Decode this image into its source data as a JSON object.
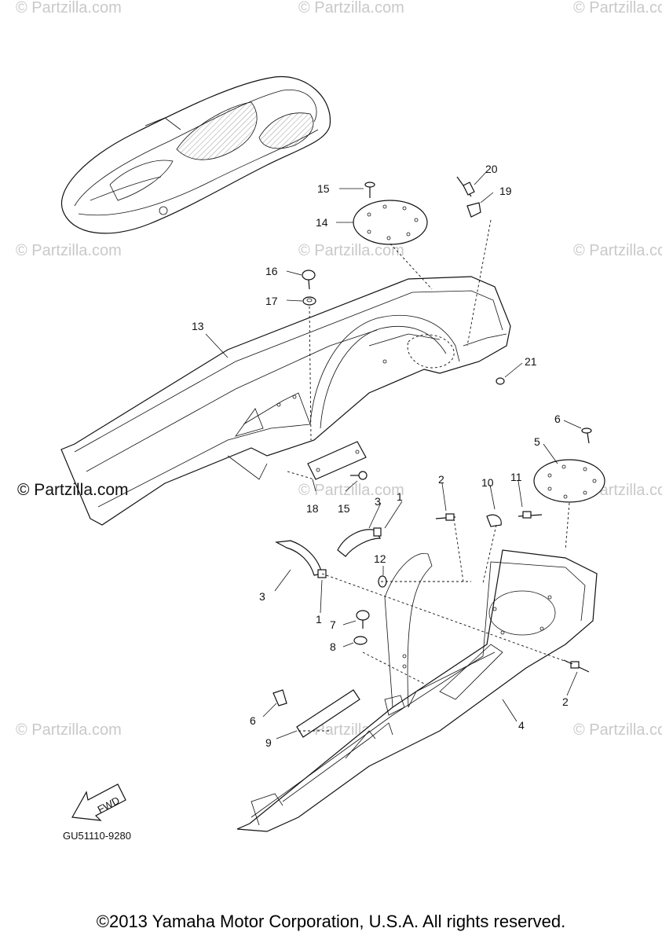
{
  "watermark": "© Partzilla.com",
  "brand": "© Partzilla.com",
  "diagram_code": "GU51110-9280",
  "fwd_label": "FWD",
  "copyright": "©2013 Yamaha Motor Corporation, U.S.A. All rights reserved.",
  "callouts": {
    "c1a": "1",
    "c1b": "1",
    "c2a": "2",
    "c2b": "2",
    "c3a": "3",
    "c3b": "3",
    "c4": "4",
    "c5": "5",
    "c6a": "6",
    "c6b": "6",
    "c7": "7",
    "c8": "8",
    "c9": "9",
    "c10": "10",
    "c11": "11",
    "c12": "12",
    "c13": "13",
    "c14": "14",
    "c15a": "15",
    "c15b": "15",
    "c16": "16",
    "c17": "17",
    "c18": "18",
    "c19": "19",
    "c20": "20",
    "c21": "21"
  }
}
